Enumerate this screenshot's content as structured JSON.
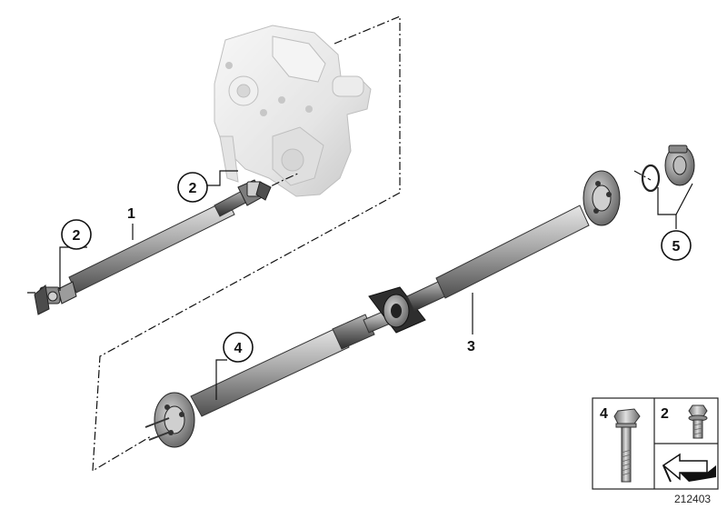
{
  "diagram": {
    "diagram_number": "212403",
    "callouts": {
      "shaft_front": "1",
      "fastener_front_upper": "2",
      "fastener_front_lower": "2",
      "shaft_rear": "3",
      "fastener_rear": "4",
      "seal_kit": "5"
    },
    "legend": {
      "bolt_long_label": "4",
      "bolt_short_label": "2"
    },
    "colors": {
      "shaft_dark": "#6e6e6e",
      "shaft_light": "#bdbdbd",
      "housing": "#d9d9d9",
      "line": "#111111"
    },
    "icons": [
      "transfer-case",
      "front-driveshaft",
      "rear-driveshaft",
      "flex-disc",
      "center-bearing",
      "hex-bolt",
      "flange-bolt",
      "seal-ring",
      "arrow-icon"
    ]
  }
}
